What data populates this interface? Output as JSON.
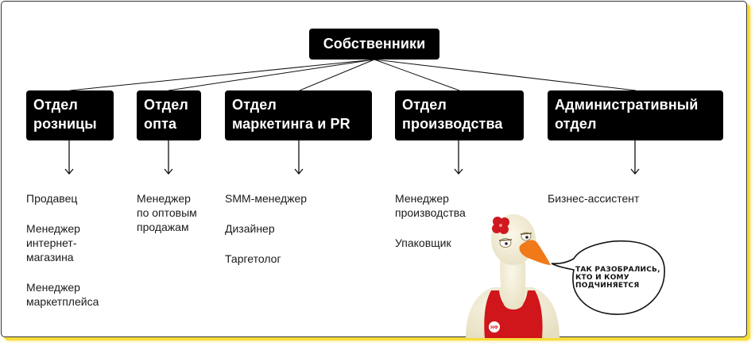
{
  "diagram": {
    "title": "Собственники",
    "departments": [
      {
        "name_lines": [
          "Отдел",
          "розницы"
        ],
        "roles": [
          [
            "Продавец"
          ],
          [
            "Менеджер",
            "интернет-",
            "магазина"
          ],
          [
            "Менеджер",
            "маркетплейса"
          ]
        ]
      },
      {
        "name_lines": [
          "Отдел",
          "опта"
        ],
        "roles": [
          [
            "Менеджер",
            "по оптовым",
            "продажам"
          ]
        ]
      },
      {
        "name_lines": [
          "Отдел",
          "маркетинга и PR"
        ],
        "roles": [
          [
            "SMM-менеджер"
          ],
          [
            "Дизайнер"
          ],
          [
            "Таргетолог"
          ]
        ]
      },
      {
        "name_lines": [
          "Отдел",
          "производства"
        ],
        "roles": [
          [
            "Менеджер",
            "производства"
          ],
          [
            "Упаковщик"
          ]
        ]
      },
      {
        "name_lines": [
          "Административный",
          "отдел"
        ],
        "roles": [
          [
            "Бизнес-ассистент"
          ]
        ]
      }
    ]
  },
  "mascot": {
    "character": "goose",
    "badge_text": "НФ",
    "speech_lines": [
      "ТАК РАЗОБРАЛИСЬ,",
      "КТО И КОМУ",
      "ПОДЧИНЯЕТСЯ"
    ]
  },
  "colors": {
    "box_bg": "#000000",
    "box_text": "#ffffff",
    "shadow_accent": "#f7dc3a",
    "shirt_red": "#d0161b",
    "beak_orange": "#f07a1a"
  }
}
